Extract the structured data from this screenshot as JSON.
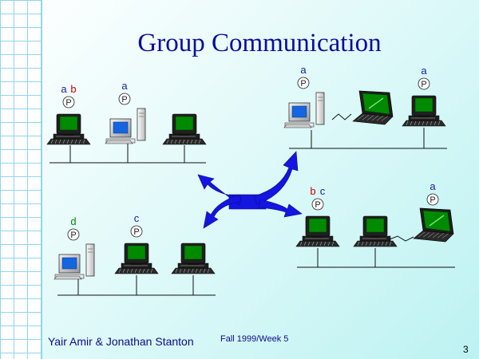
{
  "slide": {
    "title": "Group Communication",
    "footer_left": "Yair Amir & Jonathan Stanton",
    "footer_center": "Fall 1999/Week 5",
    "page_number": "3"
  },
  "process_symbol": "P",
  "colors": {
    "title": "#0b0ba0",
    "label_blue": "#1a1aa0",
    "label_red": "#cc0000",
    "label_green": "#008800",
    "arrow": "#1515e0",
    "screen_green": "#008a00"
  },
  "networks": [
    {
      "name": "top-left",
      "nodes": [
        {
          "type": "desktop",
          "groups": [
            {
              "letter": "a",
              "color": "blue"
            },
            {
              "letter": "b",
              "color": "red"
            }
          ]
        },
        {
          "type": "workstation",
          "groups": [
            {
              "letter": "a",
              "color": "blue"
            }
          ]
        },
        {
          "type": "desktop",
          "groups": []
        }
      ]
    },
    {
      "name": "top-right",
      "nodes": [
        {
          "type": "workstation",
          "groups": [
            {
              "letter": "a",
              "color": "blue"
            }
          ]
        },
        {
          "type": "laptop",
          "groups": []
        },
        {
          "type": "desktop",
          "groups": [
            {
              "letter": "a",
              "color": "blue"
            }
          ]
        }
      ]
    },
    {
      "name": "bottom-left",
      "nodes": [
        {
          "type": "workstation",
          "groups": [
            {
              "letter": "d",
              "color": "green"
            }
          ]
        },
        {
          "type": "desktop",
          "groups": [
            {
              "letter": "c",
              "color": "blue"
            }
          ]
        },
        {
          "type": "desktop",
          "groups": []
        }
      ]
    },
    {
      "name": "bottom-right",
      "nodes": [
        {
          "type": "desktop",
          "groups": [
            {
              "letter": "b",
              "color": "red"
            },
            {
              "letter": "c",
              "color": "blue"
            }
          ]
        },
        {
          "type": "desktop",
          "groups": []
        },
        {
          "type": "laptop",
          "groups": [
            {
              "letter": "a",
              "color": "blue"
            }
          ]
        }
      ]
    }
  ]
}
